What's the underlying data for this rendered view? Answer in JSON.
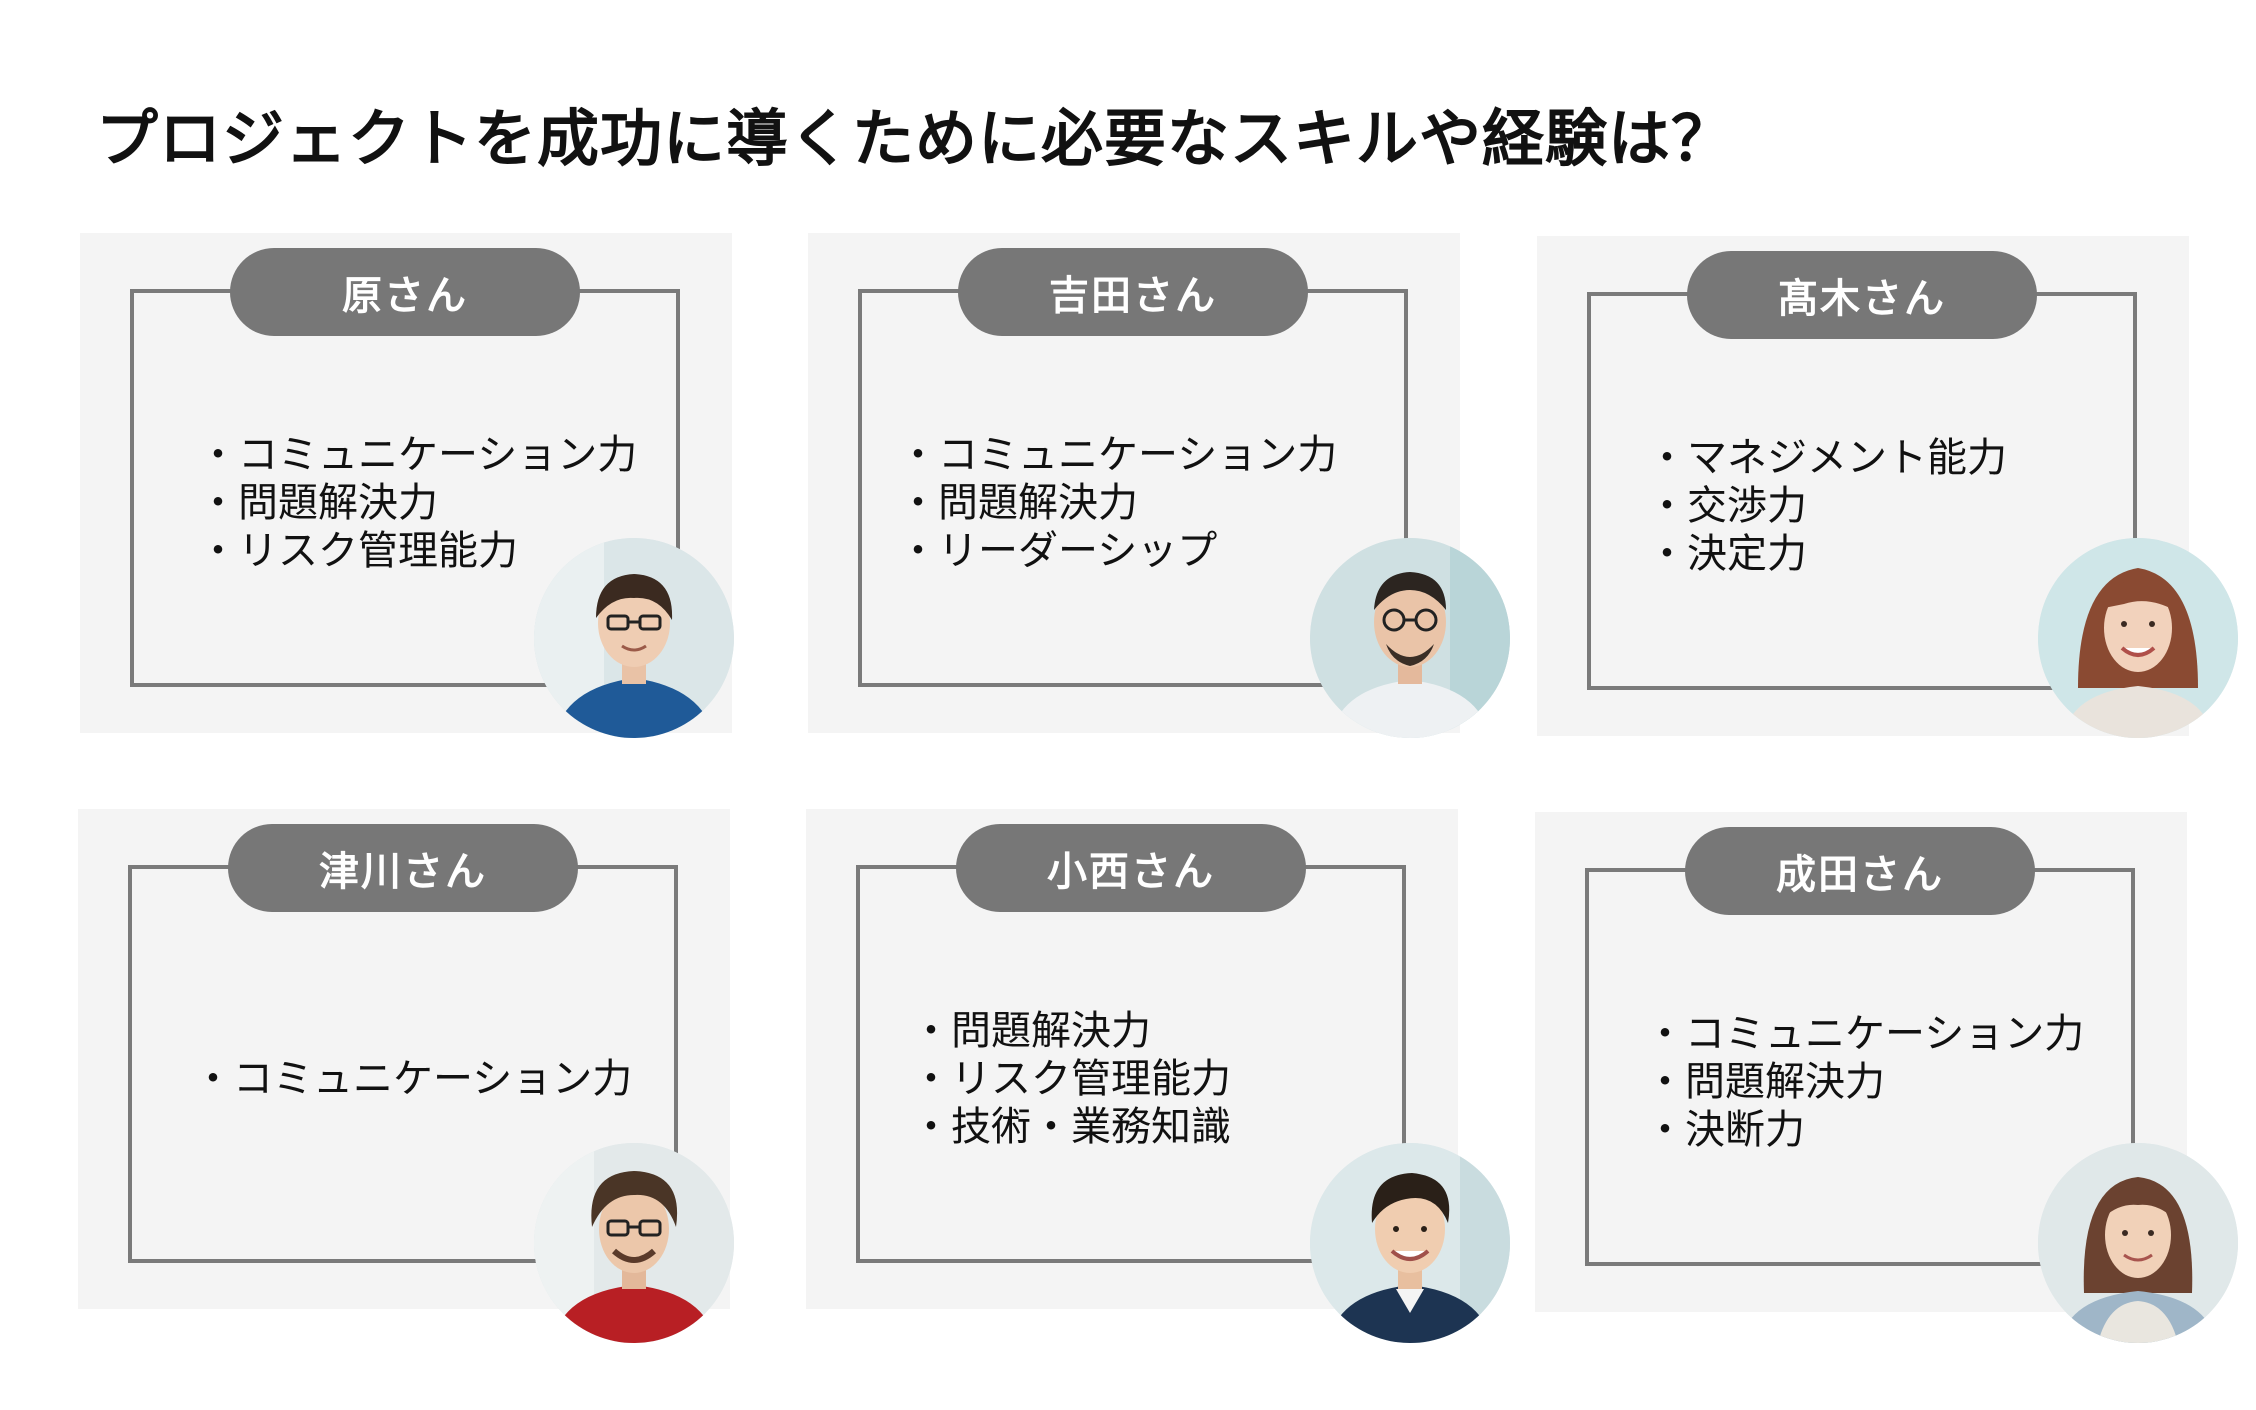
{
  "title": "プロジェクトを成功に導くために必要なスキルや経験は？",
  "people": [
    {
      "name": "原さん",
      "skills": [
        "コミュニケーション力",
        "問題解決力",
        "リスク管理能力"
      ],
      "avatar_icon": "person-photo-icon",
      "colors": {
        "shirt": "#1f5a98",
        "hair": "#3b2a20",
        "bg": "#dbe6e8"
      }
    },
    {
      "name": "吉田さん",
      "skills": [
        "コミュニケーション力",
        "問題解決力",
        "リーダーシップ"
      ],
      "avatar_icon": "person-photo-icon",
      "colors": {
        "shirt": "#eef1f3",
        "hair": "#2c2520",
        "bg": "#cfe0e2"
      }
    },
    {
      "name": "髙木さん",
      "skills": [
        "マネジメント能力",
        "交渉力",
        "決定力"
      ],
      "avatar_icon": "person-photo-icon",
      "colors": {
        "shirt": "#e9e3dc",
        "hair": "#8a4a32",
        "bg": "#cfe6e8"
      }
    },
    {
      "name": "津川さん",
      "skills": [
        "コミュニケーション力"
      ],
      "avatar_icon": "person-photo-icon",
      "colors": {
        "shirt": "#b81f24",
        "hair": "#4a3526",
        "bg": "#e3e9ea"
      }
    },
    {
      "name": "小西さん",
      "skills": [
        "問題解決力",
        "リスク管理能力",
        "技術・業務知識"
      ],
      "avatar_icon": "person-photo-icon",
      "colors": {
        "shirt": "#1d3452",
        "hair": "#2a2018",
        "bg": "#dce8ea"
      }
    },
    {
      "name": "成田さん",
      "skills": [
        "コミュニケーション力",
        "問題解決力",
        "決断力"
      ],
      "avatar_icon": "person-photo-icon",
      "colors": {
        "shirt": "#9fb6c8",
        "hair": "#6b4230",
        "bg": "#e0e8e9"
      }
    }
  ]
}
